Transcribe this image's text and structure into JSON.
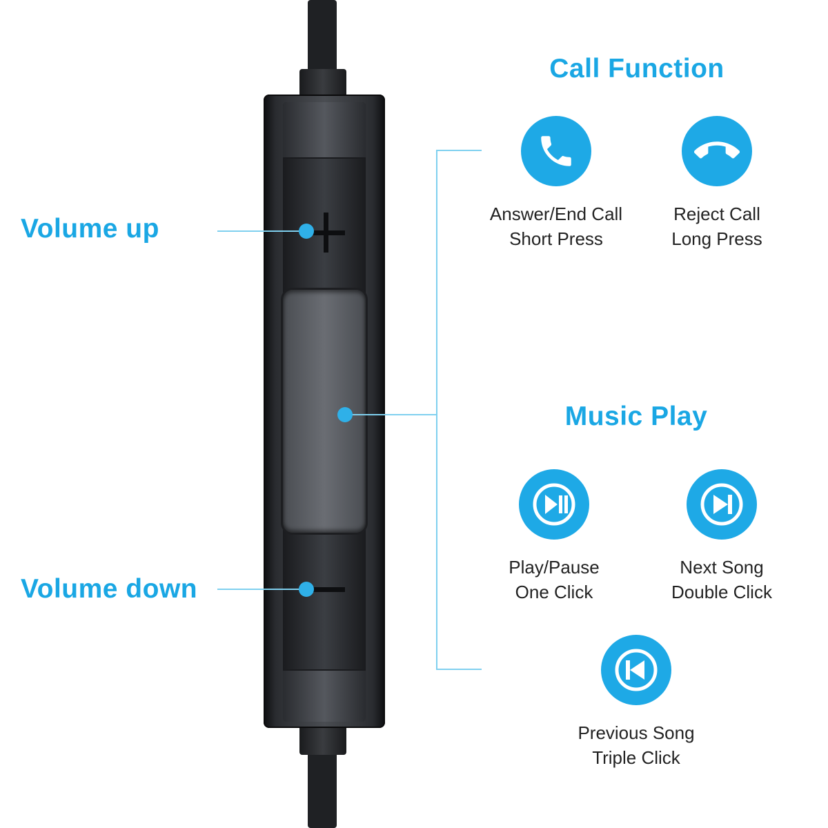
{
  "labels": {
    "volume_up": "Volume up",
    "volume_down": "Volume down"
  },
  "call_function": {
    "title": "Call Function",
    "items": [
      {
        "icon": "phone-answer-icon",
        "line1": "Answer/End Call",
        "line2": "Short Press"
      },
      {
        "icon": "phone-reject-icon",
        "line1": "Reject Call",
        "line2": "Long Press"
      }
    ]
  },
  "music_play": {
    "title": "Music Play",
    "items": [
      {
        "icon": "play-pause-icon",
        "line1": "Play/Pause",
        "line2": "One Click"
      },
      {
        "icon": "next-track-icon",
        "line1": "Next Song",
        "line2": "Double Click"
      },
      {
        "icon": "previous-track-icon",
        "line1": "Previous Song",
        "line2": "Triple Click"
      }
    ]
  },
  "colors": {
    "accent": "#1aa7e4",
    "icon_bg": "#1ea9e6",
    "leader_line": "#7fd0ef",
    "device_dark": "#1f2124"
  }
}
